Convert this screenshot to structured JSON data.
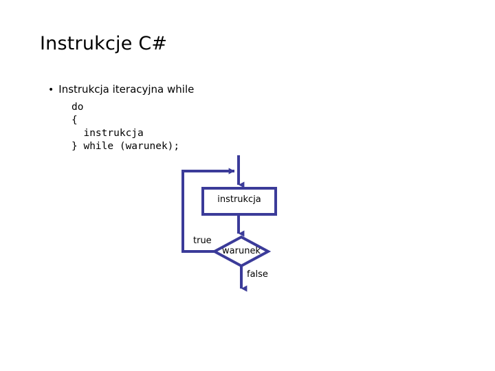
{
  "slide": {
    "title": "Instrukcje C#",
    "background_color": "#ffffff",
    "text_color": "#000000"
  },
  "bullet": {
    "marker": "•",
    "text": "Instrukcja iteracyjna while"
  },
  "code": {
    "language": "csharp",
    "text": "do\n{\n  instrukcja\n} while (warunek);",
    "lines": [
      "do",
      "{",
      "  instrukcja",
      "} while (warunek);"
    ]
  },
  "flowchart": {
    "line_color": "#3b3b99",
    "nodes": [
      {
        "id": "instrukcja",
        "shape": "rectangle",
        "label": "instrukcja"
      },
      {
        "id": "warunek",
        "shape": "diamond",
        "label": "warunek"
      }
    ],
    "edge_labels": {
      "true": "true",
      "false": "false"
    }
  }
}
